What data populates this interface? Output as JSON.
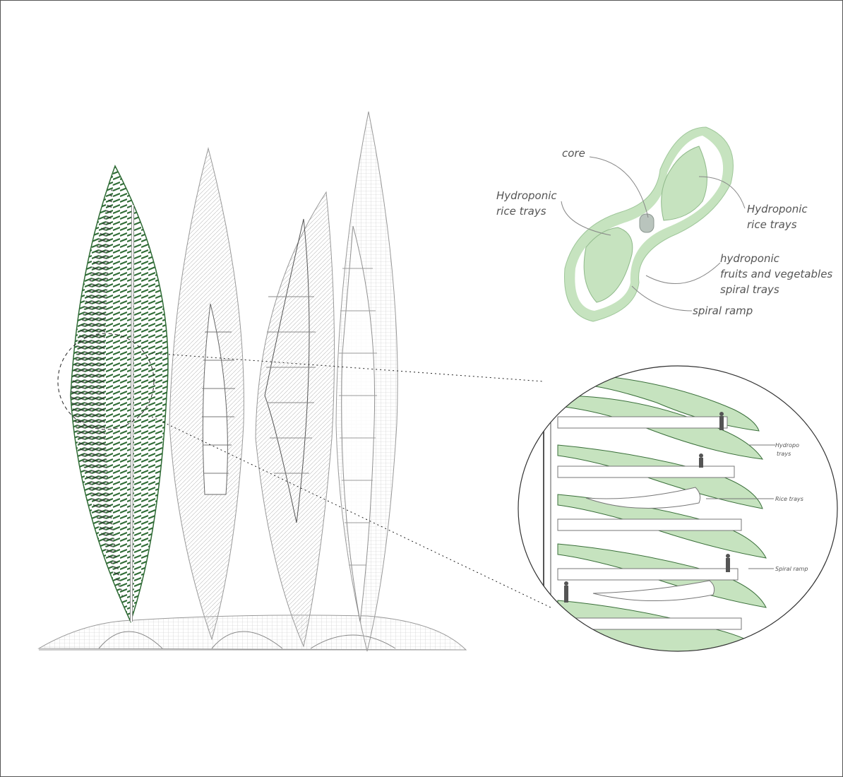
{
  "plan_labels": {
    "core": "core",
    "left_trays": [
      "Hydroponic",
      "rice trays"
    ],
    "right_trays": [
      "Hydroponic",
      "rice trays"
    ],
    "spiral_trays": [
      "hydroponic",
      "fruits and vegetables",
      "spiral trays"
    ],
    "ramp": "spiral ramp"
  },
  "detail_labels": {
    "hydroponic_trays": [
      "Hydropo",
      "trays"
    ],
    "rice_trays": "Rice trays",
    "spiral_ramp": "Spiral ramp"
  },
  "colors": {
    "green": "#c6e3bf",
    "dark_green": "#2f6b35",
    "line": "#999999",
    "core": "#b9c4bd"
  }
}
